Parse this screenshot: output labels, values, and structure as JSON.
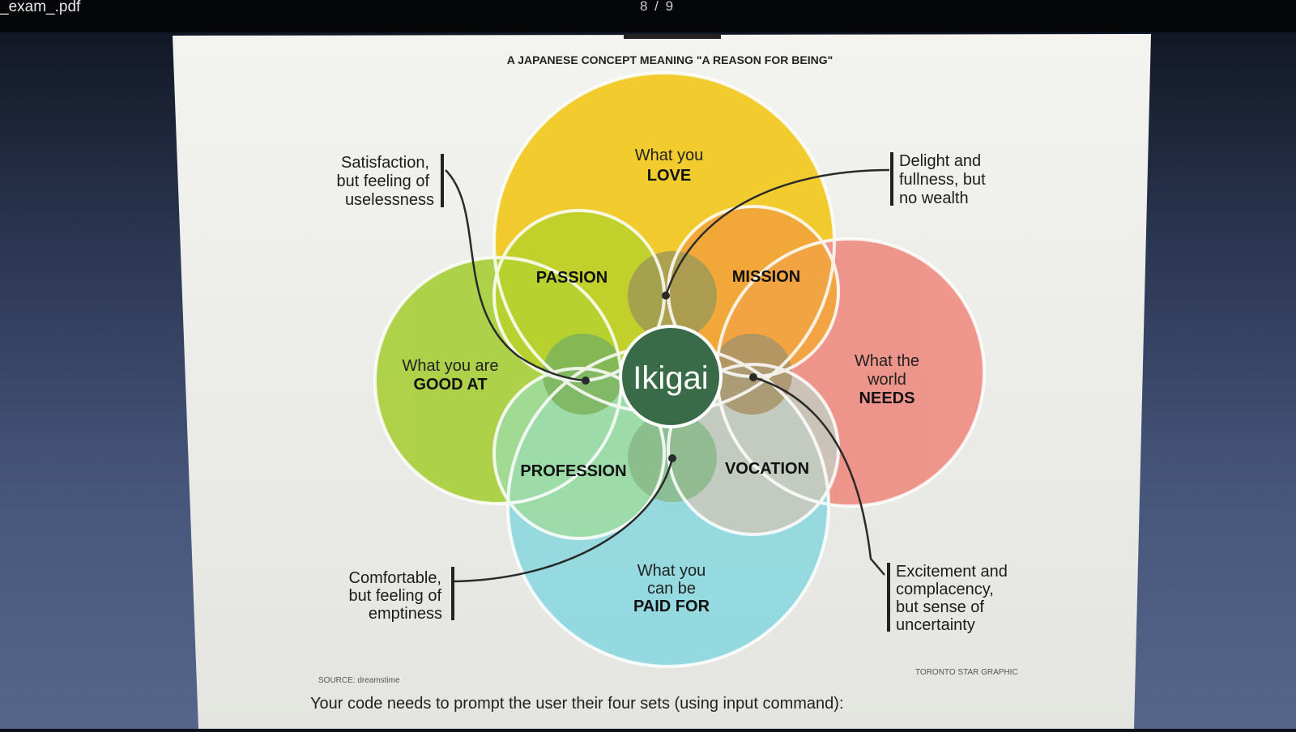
{
  "viewer": {
    "filename": "_exam_.pdf",
    "page_indicator": "8 / 9"
  },
  "graphic": {
    "subtitle": "A JAPANESE CONCEPT MEANING \"A REASON FOR BEING\"",
    "circles": {
      "love": {
        "line1": "What you",
        "line2": "LOVE",
        "color": "#f2c81e"
      },
      "good_at": {
        "line1": "What you are",
        "line2": "GOOD AT",
        "color": "#a9cf3d"
      },
      "needs": {
        "line1": "What the",
        "line2": "world",
        "line3": "NEEDS",
        "color": "#ef8e84"
      },
      "paid_for": {
        "line1": "What you",
        "line2": "can be",
        "line3": "PAID FOR",
        "color": "#8ed8df"
      }
    },
    "overlaps": {
      "passion": "PASSION",
      "mission": "MISSION",
      "profession": "PROFESSION",
      "vocation": "VOCATION",
      "center": "Ikigai"
    },
    "callouts": {
      "top_left": [
        "Satisfaction,",
        "but feeling of",
        "uselessness"
      ],
      "top_right": [
        "Delight and",
        "fullness, but",
        "no wealth"
      ],
      "bottom_left": [
        "Comfortable,",
        "but feeling of",
        "emptiness"
      ],
      "bottom_right": [
        "Excitement and",
        "complacency,",
        "but sense of",
        "uncertainty"
      ]
    },
    "source": "SOURCE: dreamstime",
    "credit": "TORONTO STAR GRAPHIC"
  },
  "instruction_text": "Your code needs to prompt the user their four sets (using input command):"
}
